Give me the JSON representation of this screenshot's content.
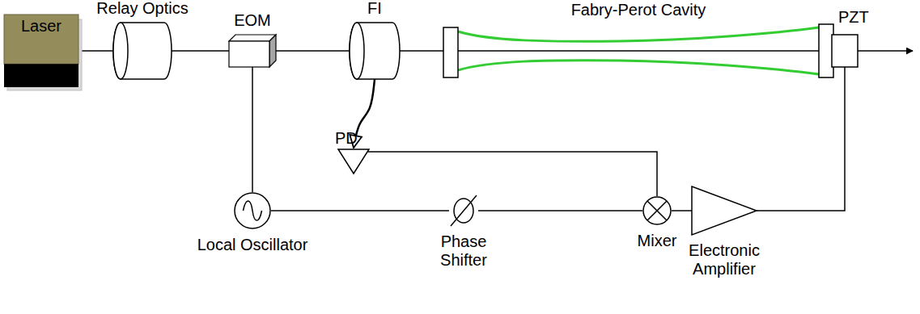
{
  "diagram": {
    "nodes": [
      {
        "text": [
          "Laser"
        ]
      },
      {
        "text": [
          "Relay Optics"
        ]
      },
      {
        "text": [
          "EOM"
        ]
      },
      {
        "text": [
          "FI"
        ]
      },
      {
        "text": [
          "Fabry-Perot Cavity"
        ]
      },
      {
        "text": [
          "PZT"
        ]
      },
      {
        "text": [
          "PD"
        ]
      },
      {
        "text": [
          "Local Oscillator"
        ]
      },
      {
        "text": [
          "Phase Shifter"
        ]
      },
      {
        "text": [
          "Mixer"
        ]
      },
      {
        "text": [
          "Electronic Amplifier"
        ]
      }
    ],
    "edges": [
      {
        "from": 0,
        "to": 1,
        "arrow": "none"
      },
      {
        "from": 1,
        "to": 2,
        "arrow": "none"
      },
      {
        "from": 2,
        "to": 3,
        "arrow": "none"
      },
      {
        "from": 3,
        "to": 4,
        "arrow": "none"
      },
      {
        "from": 3,
        "to": 6,
        "arrow": "to"
      },
      {
        "from": 7,
        "to": 2,
        "arrow": "none"
      },
      {
        "from": 7,
        "to": 8,
        "arrow": "none"
      },
      {
        "from": 8,
        "to": 9,
        "arrow": "none"
      },
      {
        "from": 6,
        "to": 9,
        "arrow": "none"
      },
      {
        "from": 9,
        "to": 10,
        "arrow": "none"
      },
      {
        "from": 10,
        "to": 5,
        "arrow": "none"
      }
    ]
  }
}
